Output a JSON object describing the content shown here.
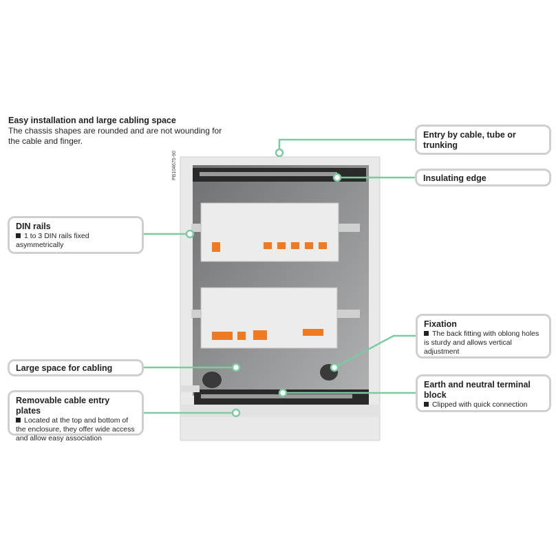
{
  "intro": {
    "title": "Easy installation and large cabling space",
    "text": "The chassis shapes are rounded and are not wounding for the cable and finger."
  },
  "figure_code": "PB104675-90",
  "callouts": {
    "entry": {
      "title": "Entry by cable, tube or trunking"
    },
    "insulating": {
      "title": "Insulating edge"
    },
    "din": {
      "title": "DIN rails",
      "desc": "1 to 3 DIN rails fixed asymmetrically"
    },
    "space": {
      "title": "Large space for cabling"
    },
    "plates": {
      "title": "Removable cable entry plates",
      "desc": "Located at the top and bottom of the enclosure, they offer wide access and allow easy association"
    },
    "fixation": {
      "title": "Fixation",
      "desc": "The back fitting with oblong holes is sturdy and allows vertical adjustment"
    },
    "earth": {
      "title": "Earth and neutral terminal block",
      "desc": "Clipped with quick connection"
    }
  },
  "colors": {
    "connector": "#7ccaa0",
    "border": "#cfcfcf",
    "breaker_orange": "#f07a22"
  }
}
